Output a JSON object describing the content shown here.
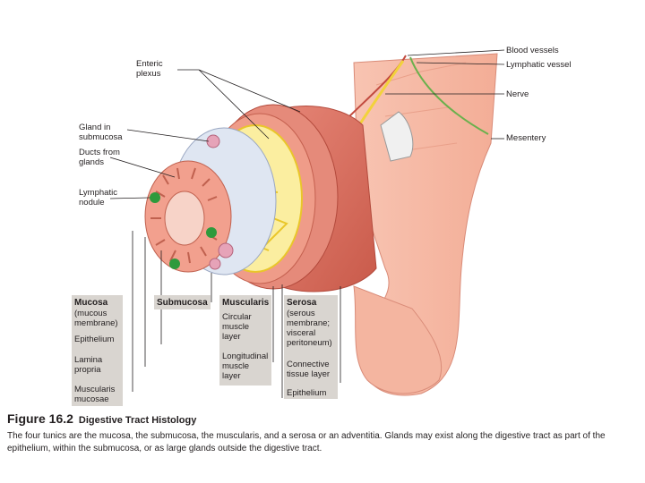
{
  "labels": {
    "blood_vessels": "Blood vessels",
    "lymphatic_vessel": "Lymphatic vessel",
    "nerve": "Nerve",
    "mesentery": "Mesentery",
    "enteric_plexus_1": "Enteric",
    "enteric_plexus_2": "plexus",
    "gland_1": "Gland in",
    "gland_2": "submucosa",
    "ducts_1": "Ducts from",
    "ducts_2": "glands",
    "lymph_nodule_1": "Lymphatic",
    "lymph_nodule_2": "nodule"
  },
  "layers": {
    "mucosa": {
      "title": "Mucosa",
      "sub": [
        "(mucous",
        "membrane)"
      ],
      "parts": [
        [
          "Epithelium"
        ],
        [
          "Lamina",
          "propria"
        ],
        [
          "Muscularis",
          "mucosae"
        ]
      ]
    },
    "submucosa": {
      "title": "Submucosa"
    },
    "muscularis": {
      "title": "Muscularis",
      "parts": [
        [
          "Circular",
          "muscle",
          "layer"
        ],
        [
          "Longitudinal",
          "muscle",
          "layer"
        ]
      ]
    },
    "serosa": {
      "title": "Serosa",
      "sub": [
        "(serous",
        "membrane;",
        "visceral",
        "peritoneum)"
      ],
      "parts": [
        [
          "Connective",
          "tissue layer"
        ],
        [
          "Epithelium"
        ]
      ]
    }
  },
  "figure": {
    "number": "Figure 16.2",
    "title": "Digestive Tract Histology",
    "caption": "The four tunics are the mucosa, the submucosa, the muscularis, and a serosa or an adventitia. Glands may exist along the digestive tract as part of the epithelium, within the submucosa, or as large glands outside the digestive tract."
  },
  "colors": {
    "tissue_pink": "#f6b9a6",
    "muscle_red": "#e07a68",
    "submucosa_blue": "#dfe6f2",
    "plexus_yellow": "#f4e04a",
    "nodule_green": "#2e9a3c",
    "label_box": "#d9d5d0"
  }
}
